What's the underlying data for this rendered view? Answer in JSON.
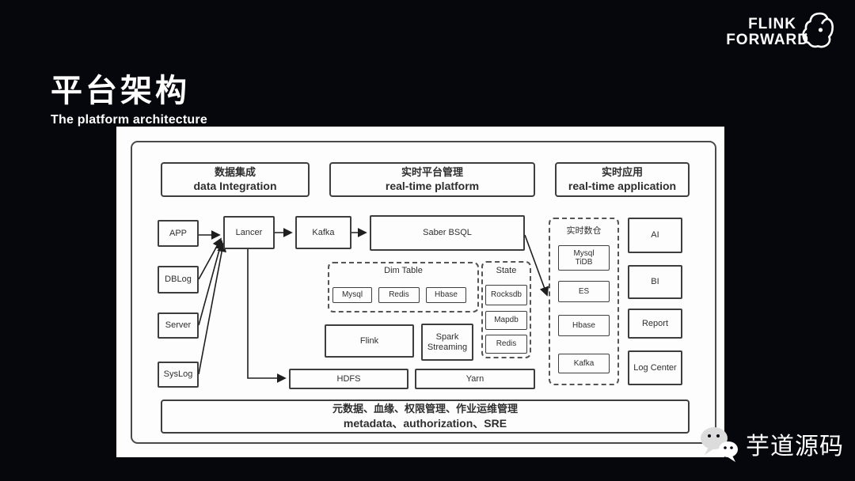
{
  "slide": {
    "title_cn": "平台架构",
    "title_en": "The platform architecture"
  },
  "logo": {
    "line1": "FLINK",
    "line2": "FORWARD",
    "icon": "flink-squirrel-icon"
  },
  "watermark": {
    "text": "芋道源码",
    "icon": "wechat-icon"
  },
  "colors": {
    "background": "#06060d",
    "panel": "#fdfdfd",
    "box_border": "#3e3e3e",
    "arrow": "#1e1e1e",
    "text": "#2e2e2e"
  },
  "diagram": {
    "sections": [
      {
        "cn": "数据集成",
        "en": "data Integration"
      },
      {
        "cn": "实时平台管理",
        "en": "real-time platform"
      },
      {
        "cn": "实时应用",
        "en": "real-time application"
      }
    ],
    "sources": [
      "APP",
      "DBLog",
      "Server",
      "SysLog"
    ],
    "pipeline": {
      "lancer": "Lancer",
      "kafka": "Kafka",
      "saber_bsql": "Saber BSQL"
    },
    "dim_table": {
      "label": "Dim Table",
      "items": [
        "Mysql",
        "Redis",
        "Hbase"
      ]
    },
    "state": {
      "label": "State",
      "items": [
        "Rocksdb",
        "Mapdb",
        "Redis"
      ]
    },
    "engines": {
      "flink": "Flink",
      "spark_streaming": "Spark\nStreaming"
    },
    "infra": {
      "hdfs": "HDFS",
      "yarn": "Yarn"
    },
    "warehouse": {
      "label": "实时数仓",
      "items": [
        "Mysql\nTiDB",
        "ES",
        "Hbase",
        "Kafka"
      ]
    },
    "applications": [
      "AI",
      "BI",
      "Report",
      "Log Center"
    ],
    "governance": {
      "cn": "元数据、血缘、权限管理、作业运维管理",
      "en": "metadata、authorization、SRE"
    }
  }
}
